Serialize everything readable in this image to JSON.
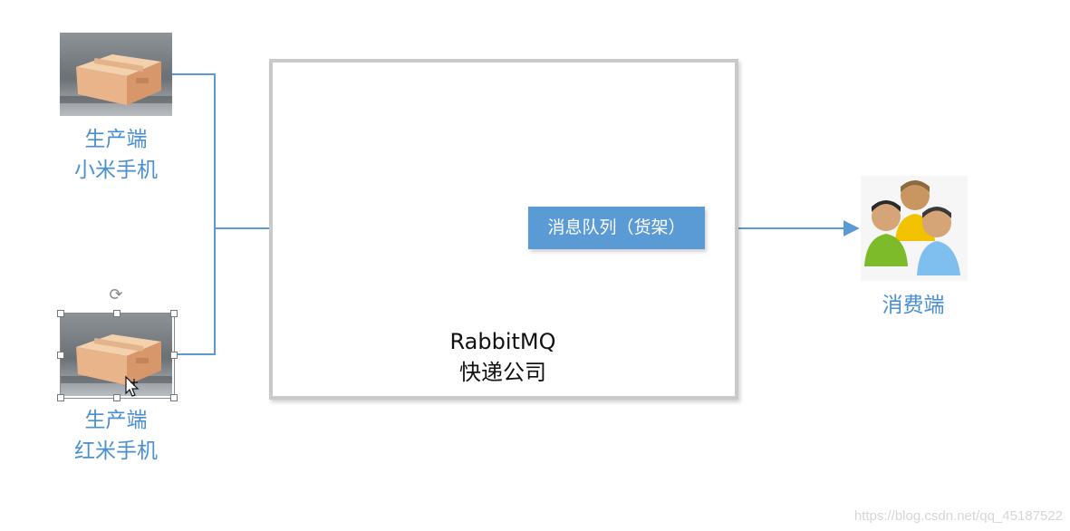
{
  "producers": [
    {
      "role": "生产端",
      "device": "小米手机",
      "image_icon": "package-box-photo"
    },
    {
      "role": "生产端",
      "device": "红米手机",
      "image_icon": "package-box-photo"
    }
  ],
  "broker": {
    "name": "RabbitMQ",
    "subtitle": "快递公司"
  },
  "queue": {
    "label": "消息队列（货架）",
    "color": "#5b9bd5"
  },
  "consumer": {
    "label": "消费端",
    "icon": "people-group-icon"
  },
  "editor_overlay": {
    "selection": "selected-image-handles",
    "rotate_icon": "rotate-handle-icon",
    "cursor_icon": "move-cursor-icon"
  },
  "watermark": "https://blog.csdn.net/qq_45187522",
  "colors": {
    "accent_text": "#4a8fd0",
    "connector": "#5b9bd5",
    "frame": "#c9c9c9"
  }
}
